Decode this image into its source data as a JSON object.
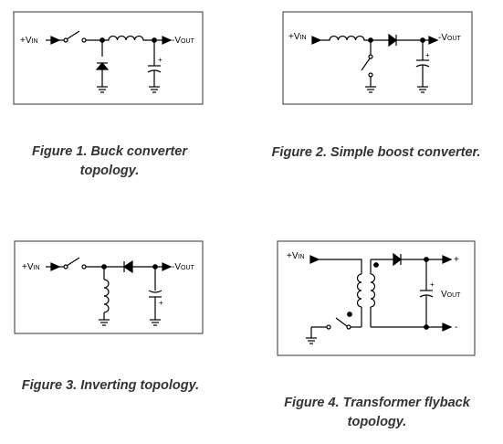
{
  "figures": [
    {
      "caption_line1": "Figure 1. Buck converter",
      "caption_line2": "topology.",
      "labels": {
        "vin_main": "+V",
        "vin_sub": "IN",
        "vout_main": "-V",
        "vout_sub": "OUT",
        "cap_plus": "+"
      }
    },
    {
      "caption_line1": "Figure 2. Simple boost converter.",
      "labels": {
        "vin_main": "+V",
        "vin_sub": "IN",
        "vout_main": "-V",
        "vout_sub": "OUT",
        "cap_plus": "+"
      }
    },
    {
      "caption_line1": "Figure 3. Inverting topology.",
      "labels": {
        "vin_main": "+V",
        "vin_sub": "IN",
        "vout_main": "-V",
        "vout_sub": "OUT",
        "cap_plus": "+"
      }
    },
    {
      "caption_line1": "Figure 4. Transformer flyback",
      "caption_line2": "topology.",
      "labels": {
        "vin_main": "+V",
        "vin_sub": "IN",
        "vout": "V",
        "vout_sub": "OUT",
        "out_plus": "+",
        "out_minus": "-",
        "cap_plus": "+"
      }
    }
  ],
  "colors": {
    "line": "#000000",
    "frame": "#555555",
    "caption": "#333333"
  }
}
